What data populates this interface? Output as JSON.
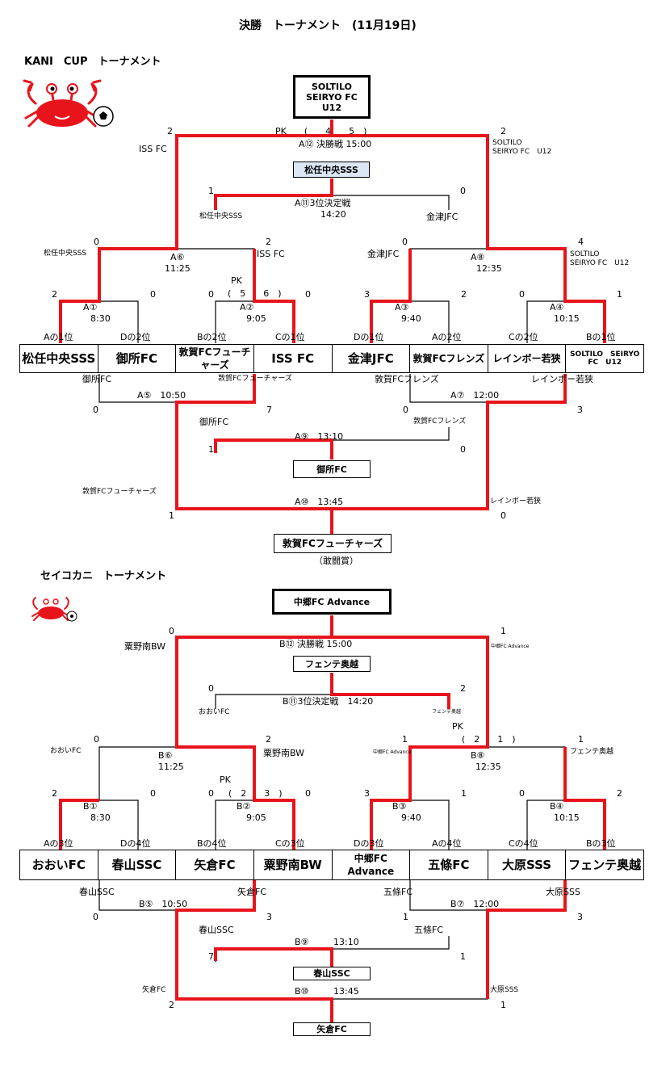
{
  "page": {
    "title": "決勝　トーナメント　(11月19日)"
  },
  "colors": {
    "win_line": "#e8141b",
    "line": "#000000",
    "highlight": "#dbe7f5"
  },
  "cup_a": {
    "name": "KANI　CUP　トーナメント",
    "champion": [
      "SOLTILO",
      "SEIRYO FC",
      "U12"
    ],
    "teams": [
      "松任中央SSS",
      "御所FC",
      "敦賀FCフューチャーズ",
      "ISS FC",
      "金津JFC",
      "敦賀FCフレンズ",
      "レインボー若狭",
      "SOLTILO　SEIRYO FC　U12"
    ],
    "seeds": [
      "Aの1位",
      "Dの2位",
      "Bの2位",
      "Cの1位",
      "Dの1位",
      "Aの2位",
      "Cの2位",
      "Bの1位"
    ],
    "final": {
      "label": "A⑫ 決勝戦 15:00",
      "pk": "PK　　(　　4　　5　)",
      "left_score": "2",
      "right_score": "2",
      "left_team": "ISS FC",
      "right_team": "SOLTILO\nSEIRYO FC　U12"
    },
    "third": {
      "label": "A⑪3位決定戦",
      "time": "14:20",
      "winner": "松任中央SSS",
      "left_score": "1",
      "right_score": "0",
      "left_team": "松任中央SSS",
      "right_team": "金津JFC"
    },
    "semis": [
      {
        "label": "A⑥",
        "time": "11:25",
        "left_score": "0",
        "right_score": "2",
        "left_team": "松任中央SSS",
        "right_team": "ISS FC"
      },
      {
        "label": "A⑧",
        "time": "12:35",
        "left_score": "0",
        "right_score": "4",
        "left_team": "金津JFC",
        "right_team": "SOLTILO\nSEIRYO FC　U12"
      }
    ],
    "qf": [
      {
        "label": "A①",
        "time": "8:30",
        "l": "2",
        "r": "0"
      },
      {
        "label": "A②",
        "time": "9:05",
        "l": "0",
        "r": "0",
        "pk": "PK",
        "pk2": "(　5　　6　)"
      },
      {
        "label": "A③",
        "time": "9:40",
        "l": "3",
        "r": "2"
      },
      {
        "label": "A④",
        "time": "10:15",
        "l": "0",
        "r": "1"
      }
    ],
    "lower": {
      "m5": {
        "label": "A⑤　10:50",
        "l_team": "御所FC",
        "r_team": "敦賀FCフューチャーズ",
        "l": "0",
        "r": "7"
      },
      "m7": {
        "label": "A⑦　12:00",
        "l_team": "敦賀FCフレンズ",
        "r_team": "レインボー若狭",
        "l": "0",
        "r": "3"
      },
      "m9": {
        "label": "A⑨　13:10",
        "l_team": "御所FC",
        "r_team": "敦賀FCフレンズ",
        "l": "1",
        "r": "0",
        "winner": "御所FC"
      },
      "m10": {
        "label": "A⑩　13:45",
        "l_team": "敦賀FCフューチャーズ",
        "r_team": "レインボー若狭",
        "l": "1",
        "r": "0",
        "winner": "敦賀FCフューチャーズ",
        "note": "（敢闘賞）"
      }
    }
  },
  "cup_b": {
    "name": "セイコカニ　トーナメント",
    "champion": "中郷FC Advance",
    "teams": [
      "おおいFC",
      "春山SSC",
      "矢倉FC",
      "粟野南BW",
      "中郷FC Advance",
      "五條FC",
      "大原SSS",
      "フェンテ奥越"
    ],
    "seeds": [
      "Aの3位",
      "Dの4位",
      "Bの4位",
      "Cの3位",
      "Dの3位",
      "Aの4位",
      "Cの4位",
      "Bの3位"
    ],
    "final": {
      "label": "B⑫ 決勝戦 15:00",
      "left_score": "0",
      "right_score": "1",
      "left_team": "粟野南BW",
      "right_team": "中郷FC Advance"
    },
    "third": {
      "label": "B⑪3位決定戦　14:20",
      "winner": "フェンテ奥越",
      "left_score": "0",
      "right_score": "2",
      "left_team": "おおいFC",
      "right_team": "フェンテ奥越"
    },
    "semis": [
      {
        "label": "B⑥",
        "time": "11:25",
        "left_score": "0",
        "right_score": "2",
        "left_team": "おおいFC",
        "right_team": "粟野南BW"
      },
      {
        "label": "B⑧",
        "time": "12:35",
        "left_score": "1",
        "right_score": "1",
        "left_team": "中郷FC Advance",
        "right_team": "フェンテ奥越",
        "pk": "PK",
        "pk2": "(　2　　1　)"
      }
    ],
    "qf": [
      {
        "label": "B①",
        "time": "8:30",
        "l": "2",
        "r": "0"
      },
      {
        "label": "B②",
        "time": "9:05",
        "l": "0",
        "r": "0",
        "pk": "PK",
        "pk2": "(　2　　3　)"
      },
      {
        "label": "B③",
        "time": "9:40",
        "l": "3",
        "r": "1"
      },
      {
        "label": "B④",
        "time": "10:15",
        "l": "0",
        "r": "2"
      }
    ],
    "lower": {
      "m5": {
        "label": "B⑤　10:50",
        "l_team": "春山SSC",
        "r_team": "矢倉FC",
        "l": "0",
        "r": "3"
      },
      "m7": {
        "label": "B⑦　12:00",
        "l_team": "五條FC",
        "r_team": "大原SSS",
        "l": "1",
        "r": "3"
      },
      "m9": {
        "label": "B⑨",
        "time": "13:10",
        "l_team": "春山SSC",
        "r_team": "五條FC",
        "l": "7",
        "r": "1",
        "winner": "春山SSC"
      },
      "m10": {
        "label": "B⑩",
        "time": "13:45",
        "l_team": "矢倉FC",
        "r_team": "大原SSS",
        "l": "2",
        "r": "1",
        "winner": "矢倉FC"
      }
    }
  }
}
